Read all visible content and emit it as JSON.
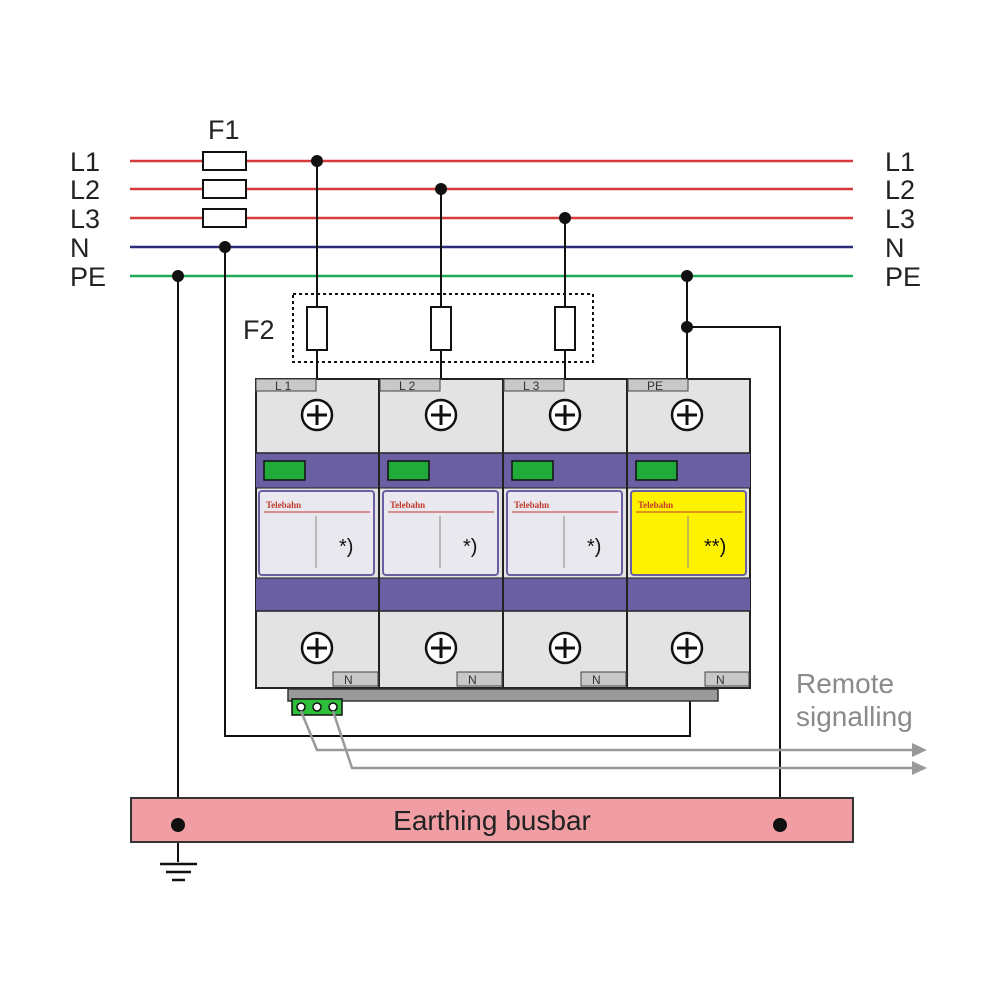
{
  "lines": {
    "left_labels": [
      "L1",
      "L2",
      "L3",
      "N",
      "PE"
    ],
    "right_labels": [
      "L1",
      "L2",
      "L3",
      "N",
      "PE"
    ]
  },
  "fuses": {
    "f1": "F1",
    "f2": "F2"
  },
  "modules": [
    {
      "top_label": "L 1",
      "brand": "Telebahn",
      "mark": "*)",
      "bottom_label": "N"
    },
    {
      "top_label": "L 2",
      "brand": "Telebahn",
      "mark": "*)",
      "bottom_label": "N"
    },
    {
      "top_label": "L 3",
      "brand": "Telebahn",
      "mark": "*)",
      "bottom_label": "N"
    },
    {
      "top_label": "PE",
      "brand": "Telebahn",
      "mark": "**)",
      "bottom_label": "N"
    }
  ],
  "remote_signalling": {
    "line1": "Remote",
    "line2": "signalling"
  },
  "busbar": {
    "label": "Earthing busbar"
  },
  "colors": {
    "phase": "#d63a3a",
    "neutral": "#2b2b7a",
    "pe": "#1faa55",
    "module_band": "#6a5fa3",
    "module_body": "#e3e3e3",
    "indicator": "#1faa3a",
    "pe_card": "#fff200",
    "busbar": "#f09ea3",
    "signal_wire": "#999999"
  }
}
